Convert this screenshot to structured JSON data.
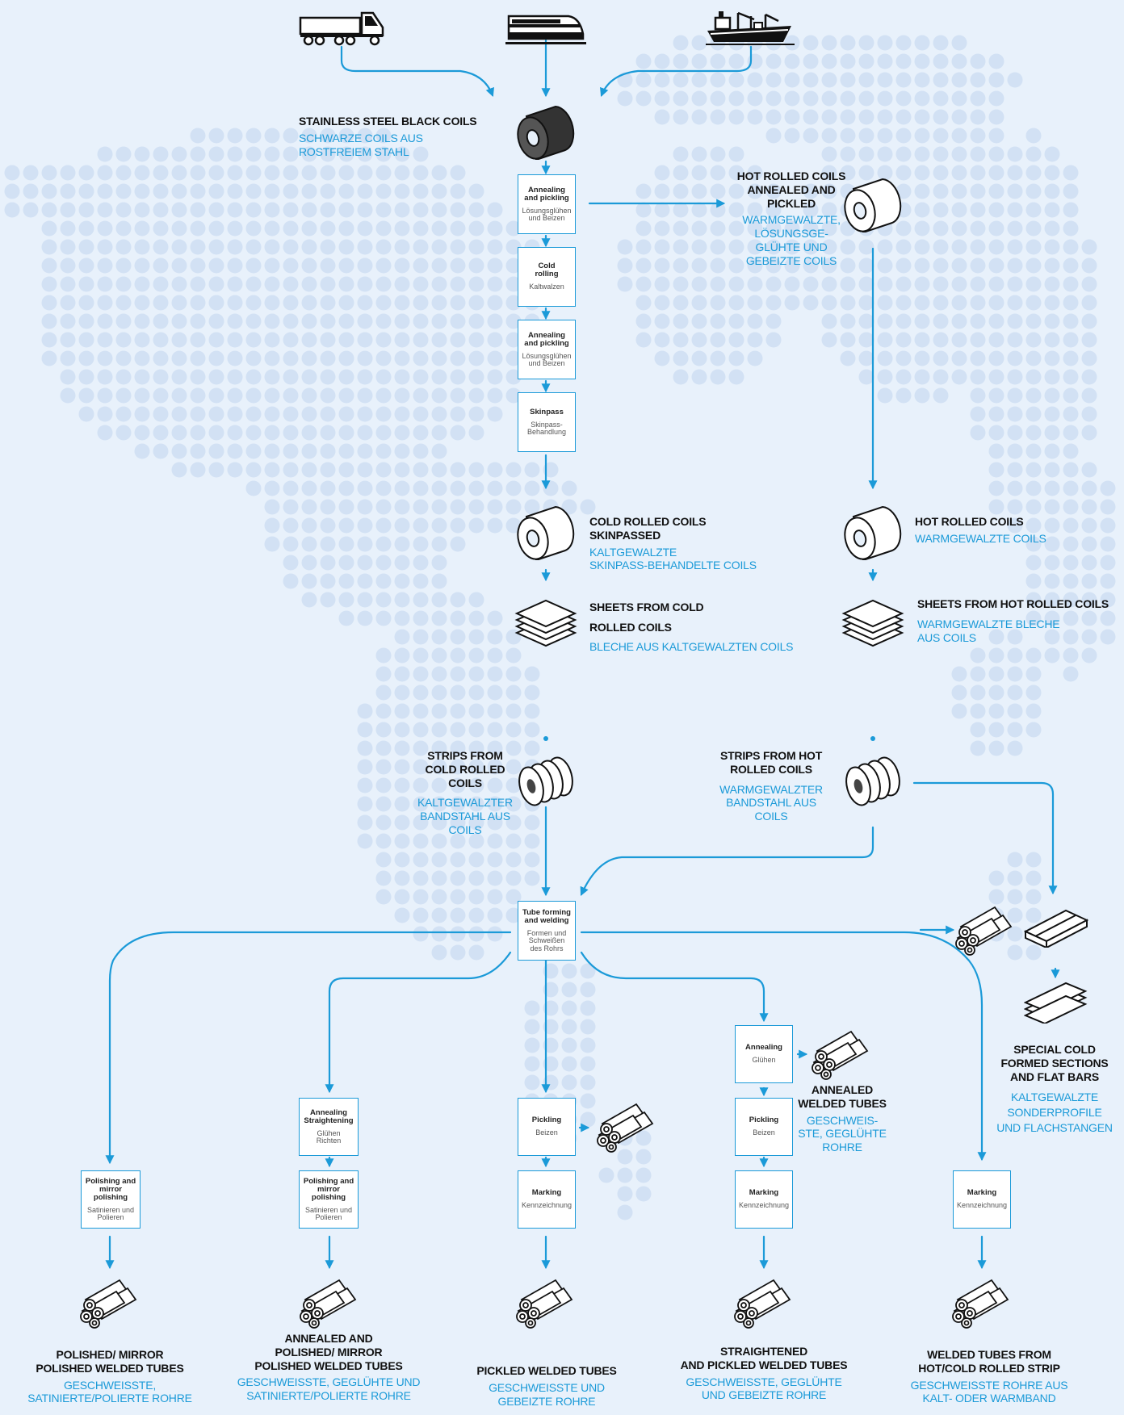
{
  "colors": {
    "background": "#e8f1fb",
    "dots": "#d2e1f4",
    "accent": "#1b9ad8",
    "text": "#111111"
  },
  "transport": [
    "truck-icon",
    "train-icon",
    "ship-icon"
  ],
  "products": {
    "black_coils": {
      "en": "STAINLESS STEEL BLACK COILS",
      "de": "SCHWARZE COILS AUS\nROSTFREIEM STAHL"
    },
    "hot_annealed": {
      "en": "HOT ROLLED COILS\nANNEALED AND\nPICKLED",
      "de": "WARMGEWALZTE,\nLÖSUNGSGE-\nGLÜHTE UND\nGEBEIZTE COILS"
    },
    "cold_skinpassed": {
      "en": "COLD ROLLED COILS\nSKINPASSED",
      "de": "KALTGEWALZTE\nSKINPASS-BEHANDELTE COILS"
    },
    "hot_rolled": {
      "en": "HOT ROLLED COILS",
      "de": "WARMGEWALZTE COILS"
    },
    "sheets_cold": {
      "en": "SHEETS FROM COLD\nROLLED COILS",
      "de": "BLECHE AUS KALTGEWALZTEN COILS"
    },
    "sheets_hot": {
      "en": "SHEETS FROM HOT ROLLED COILS",
      "de": "WARMGEWALZTE BLECHE\nAUS COILS"
    },
    "strips_cold": {
      "en": "STRIPS FROM\nCOLD ROLLED\nCOILS",
      "de": "KALTGEWALZTER\nBANDSTAHL AUS\nCOILS"
    },
    "strips_hot": {
      "en": "STRIPS FROM HOT\nROLLED COILS",
      "de": "WARMGEWALZTER\nBANDSTAHL AUS\nCOILS"
    },
    "special_sections": {
      "en": "SPECIAL COLD\nFORMED SECTIONS\nAND FLAT BARS",
      "de": "KALTGEWALZTE\nSONDERPROFILE\nUND FLACHSTANGEN"
    },
    "annealed_tubes": {
      "en": "ANNEALED\nWELDED TUBES",
      "de": "GESCHWEIS-\nSTE, GEGLÜHTE\nROHRE"
    },
    "polished_tubes": {
      "en": "POLISHED/ MIRROR\nPOLISHED WELDED TUBES",
      "de": "GESCHWEISSTE,\nSATINIERTE/POLIERTE ROHRE"
    },
    "annealed_polished_tubes": {
      "en": "ANNEALED AND\nPOLISHED/ MIRROR\nPOLISHED WELDED TUBES",
      "de": "GESCHWEISSTE, GEGLÜHTE UND\nSATINIERTE/POLIERTE ROHRE"
    },
    "pickled_tubes": {
      "en": "PICKLED WELDED TUBES",
      "de": "GESCHWEISSTE UND\nGEBEIZTE ROHRE"
    },
    "straightened_tubes": {
      "en": "STRAIGHTENED\nAND PICKLED WELDED TUBES",
      "de": "GESCHWEISSTE, GEGLÜHTE\nUND GEBEIZTE ROHRE"
    },
    "strip_tubes": {
      "en": "WELDED TUBES FROM\nHOT/COLD ROLLED STRIP",
      "de": "GESCHWEISSTE ROHRE AUS\nKALT- ODER WARMBAND"
    }
  },
  "steps": {
    "anneal_pickle_1": {
      "en": "Annealing\nand pickling",
      "de": "Lösungsglühen\nund Beizen"
    },
    "cold_rolling": {
      "en": "Cold\nrolling",
      "de": "Kaltwalzen"
    },
    "anneal_pickle_2": {
      "en": "Annealing\nand pickling",
      "de": "Lösungsglühen\nund Beizen"
    },
    "skinpass": {
      "en": "Skinpass",
      "de": "Skinpass-\nBehandlung"
    },
    "tube_forming": {
      "en": "Tube forming\nand welding",
      "de": "Formen und\nSchweißen\ndes Rohrs"
    },
    "annealing": {
      "en": "Annealing",
      "de": "Glühen"
    },
    "pickling_a": {
      "en": "Pickling",
      "de": "Beizen"
    },
    "pickling_b": {
      "en": "Pickling",
      "de": "Beizen"
    },
    "marking_a": {
      "en": "Marking",
      "de": "Kennzeichnung"
    },
    "marking_b": {
      "en": "Marking",
      "de": "Kennzeichnung"
    },
    "marking_c": {
      "en": "Marking",
      "de": "Kennzeichnung"
    },
    "anneal_straighten": {
      "en": "Annealing\nStraightening",
      "de": "Glühen\nRichten"
    },
    "polish_a": {
      "en": "Polishing and\nmirror\npolishing",
      "de": "Satinieren und\nPolieren"
    },
    "polish_b": {
      "en": "Polishing and\nmirror\npolishing",
      "de": "Satinieren und\nPolieren"
    }
  }
}
